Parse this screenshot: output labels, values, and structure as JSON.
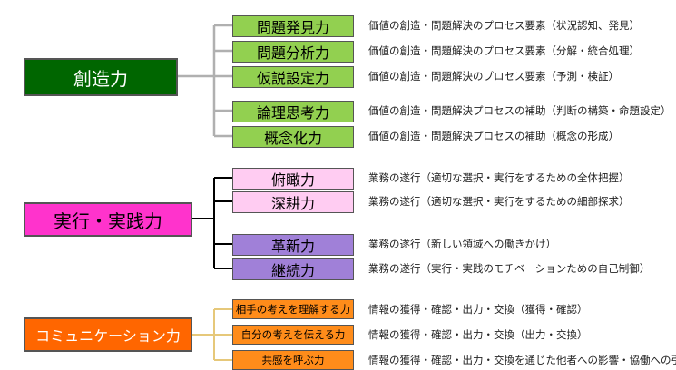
{
  "colors": {
    "creativity_main": "#006600",
    "creativity_sub": "#92d050",
    "execution_main": "#ff33cc",
    "execution_sub1": "#ffccf2",
    "execution_sub2": "#a080d8",
    "communication_main": "#ff6600",
    "communication_sub": "#ff8c1a",
    "line_gray": "#b0b0b0",
    "line_black": "#000000",
    "line_tan": "#e6c87a"
  },
  "categories": [
    {
      "label": "創造力",
      "items": [
        {
          "label": "問題発見力",
          "desc": "価値の創造・問題解決のプロセス要素（状況認知、発見）"
        },
        {
          "label": "問題分析力",
          "desc": "価値の創造・問題解決のプロセス要素（分解・統合処理）"
        },
        {
          "label": "仮説設定力",
          "desc": "価値の創造・問題解決のプロセス要素（予測・検証）"
        },
        {
          "label": "論理思考力",
          "desc": "価値の創造・問題解決プロセスの補助（判断の構築・命題設定）"
        },
        {
          "label": "概念化力",
          "desc": "価値の創造・問題解決プロセスの補助（概念の形成）"
        }
      ]
    },
    {
      "label": "実行・実践力",
      "items": [
        {
          "label": "俯瞰力",
          "desc": "業務の遂行（適切な選択・実行をするための全体把握）"
        },
        {
          "label": "深耕力",
          "desc": "業務の遂行（適切な選択・実行をするための細部探求）"
        },
        {
          "label": "革新力",
          "desc": "業務の遂行（新しい領域への働きかけ）"
        },
        {
          "label": "継続力",
          "desc": "業務の遂行（実行・実践のモチベーションための自己制御）"
        }
      ]
    },
    {
      "label": "コミュニケーション力",
      "items": [
        {
          "label": "相手の考えを理解する力",
          "desc": "情報の獲得・確認・出力・交換（獲得・確認）"
        },
        {
          "label": "自分の考えを伝える力",
          "desc": "情報の獲得・確認・出力・交換（出力・交換）"
        },
        {
          "label": "共感を呼ぶ力",
          "desc": "情報の獲得・確認・出力・交換を通じた他者への影響・協働への引導"
        }
      ]
    }
  ]
}
